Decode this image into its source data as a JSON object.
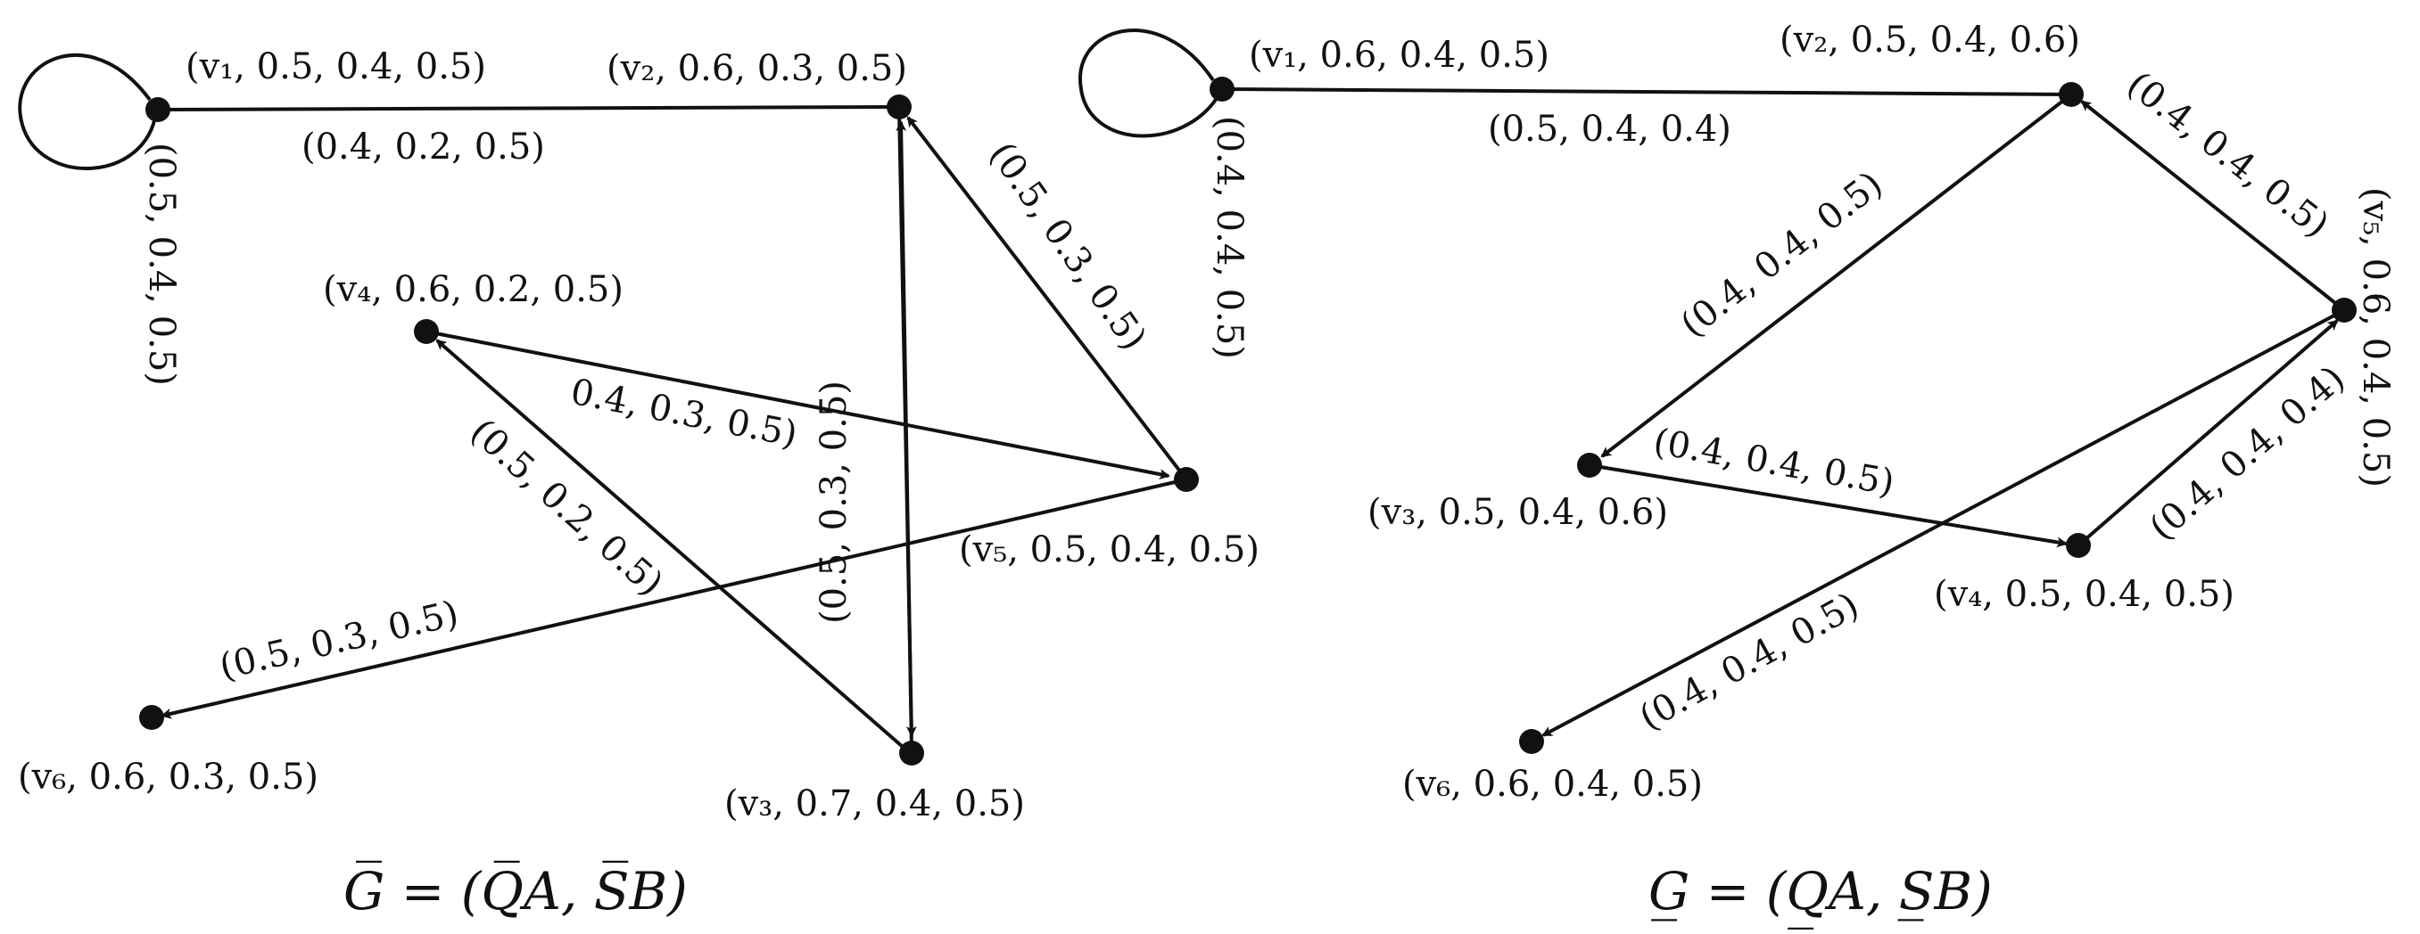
{
  "left_graph": {
    "caption": "G̅ = (Q̅A, S̅B)",
    "nodes": [
      {
        "id": "v1",
        "label": "(v₁, 0.5, 0.4, 0.5)"
      },
      {
        "id": "v2",
        "label": "(v₂, 0.6, 0.3, 0.5)"
      },
      {
        "id": "v3",
        "label": "(v₃, 0.7, 0.4, 0.5)"
      },
      {
        "id": "v4",
        "label": "(v₄, 0.6, 0.2, 0.5)"
      },
      {
        "id": "v5",
        "label": "(v₅, 0.5, 0.4, 0.5)"
      },
      {
        "id": "v6",
        "label": "(v₆, 0.6, 0.3, 0.5)"
      }
    ],
    "edges": [
      {
        "from": "v1",
        "to": "v1",
        "label": "(0.5, 0.4, 0.5)",
        "type": "loop"
      },
      {
        "from": "v1",
        "to": "v2",
        "label": "(0.4, 0.2, 0.5)",
        "type": "line"
      },
      {
        "from": "v3",
        "to": "v2",
        "label": "(0.5, 0.3, 0.5)",
        "type": "double-arrow"
      },
      {
        "from": "v5",
        "to": "v2",
        "label": "(0.5, 0.3, 0.5)",
        "type": "arrow"
      },
      {
        "from": "v4",
        "to": "v5",
        "label": "0.4, 0.3, 0.5)",
        "type": "arrow"
      },
      {
        "from": "v3",
        "to": "v4",
        "label": "(0.5, 0.2, 0.5)",
        "type": "arrow"
      },
      {
        "from": "v5",
        "to": "v6",
        "label": "(0.5, 0.3, 0.5)",
        "type": "arrow"
      }
    ]
  },
  "right_graph": {
    "caption": "G̲ = (Q̲A, S̲B)",
    "nodes": [
      {
        "id": "v1",
        "label": "(v₁, 0.6, 0.4, 0.5)"
      },
      {
        "id": "v2",
        "label": "(v₂, 0.5, 0.4, 0.6)"
      },
      {
        "id": "v3",
        "label": "(v₃, 0.5, 0.4, 0.6)"
      },
      {
        "id": "v4",
        "label": "(v₄, 0.5, 0.4, 0.5)"
      },
      {
        "id": "v5",
        "label": "(v₅, 0.6, 0.4, 0.5)"
      },
      {
        "id": "v6",
        "label": "(v₆, 0.6, 0.4, 0.5)"
      }
    ],
    "edges": [
      {
        "from": "v1",
        "to": "v1",
        "label": "(0.4, 0.4, 0.5)",
        "type": "loop"
      },
      {
        "from": "v1",
        "to": "v2",
        "label": "(0.5, 0.4, 0.4)",
        "type": "line"
      },
      {
        "from": "v2",
        "to": "v3",
        "label": "(0.4, 0.4, 0.5)",
        "type": "arrow"
      },
      {
        "from": "v5",
        "to": "v2",
        "label": "(0.4, 0.4, 0.5)",
        "type": "arrow"
      },
      {
        "from": "v3",
        "to": "v4",
        "label": "(0.4, 0.4, 0.5)",
        "type": "arrow"
      },
      {
        "from": "v4",
        "to": "v5",
        "label": "(0.4, 0.4, 0.4)",
        "type": "arrow"
      },
      {
        "from": "v5",
        "to": "v6",
        "label": "(0.4, 0.4, 0.5)",
        "type": "arrow"
      }
    ]
  }
}
